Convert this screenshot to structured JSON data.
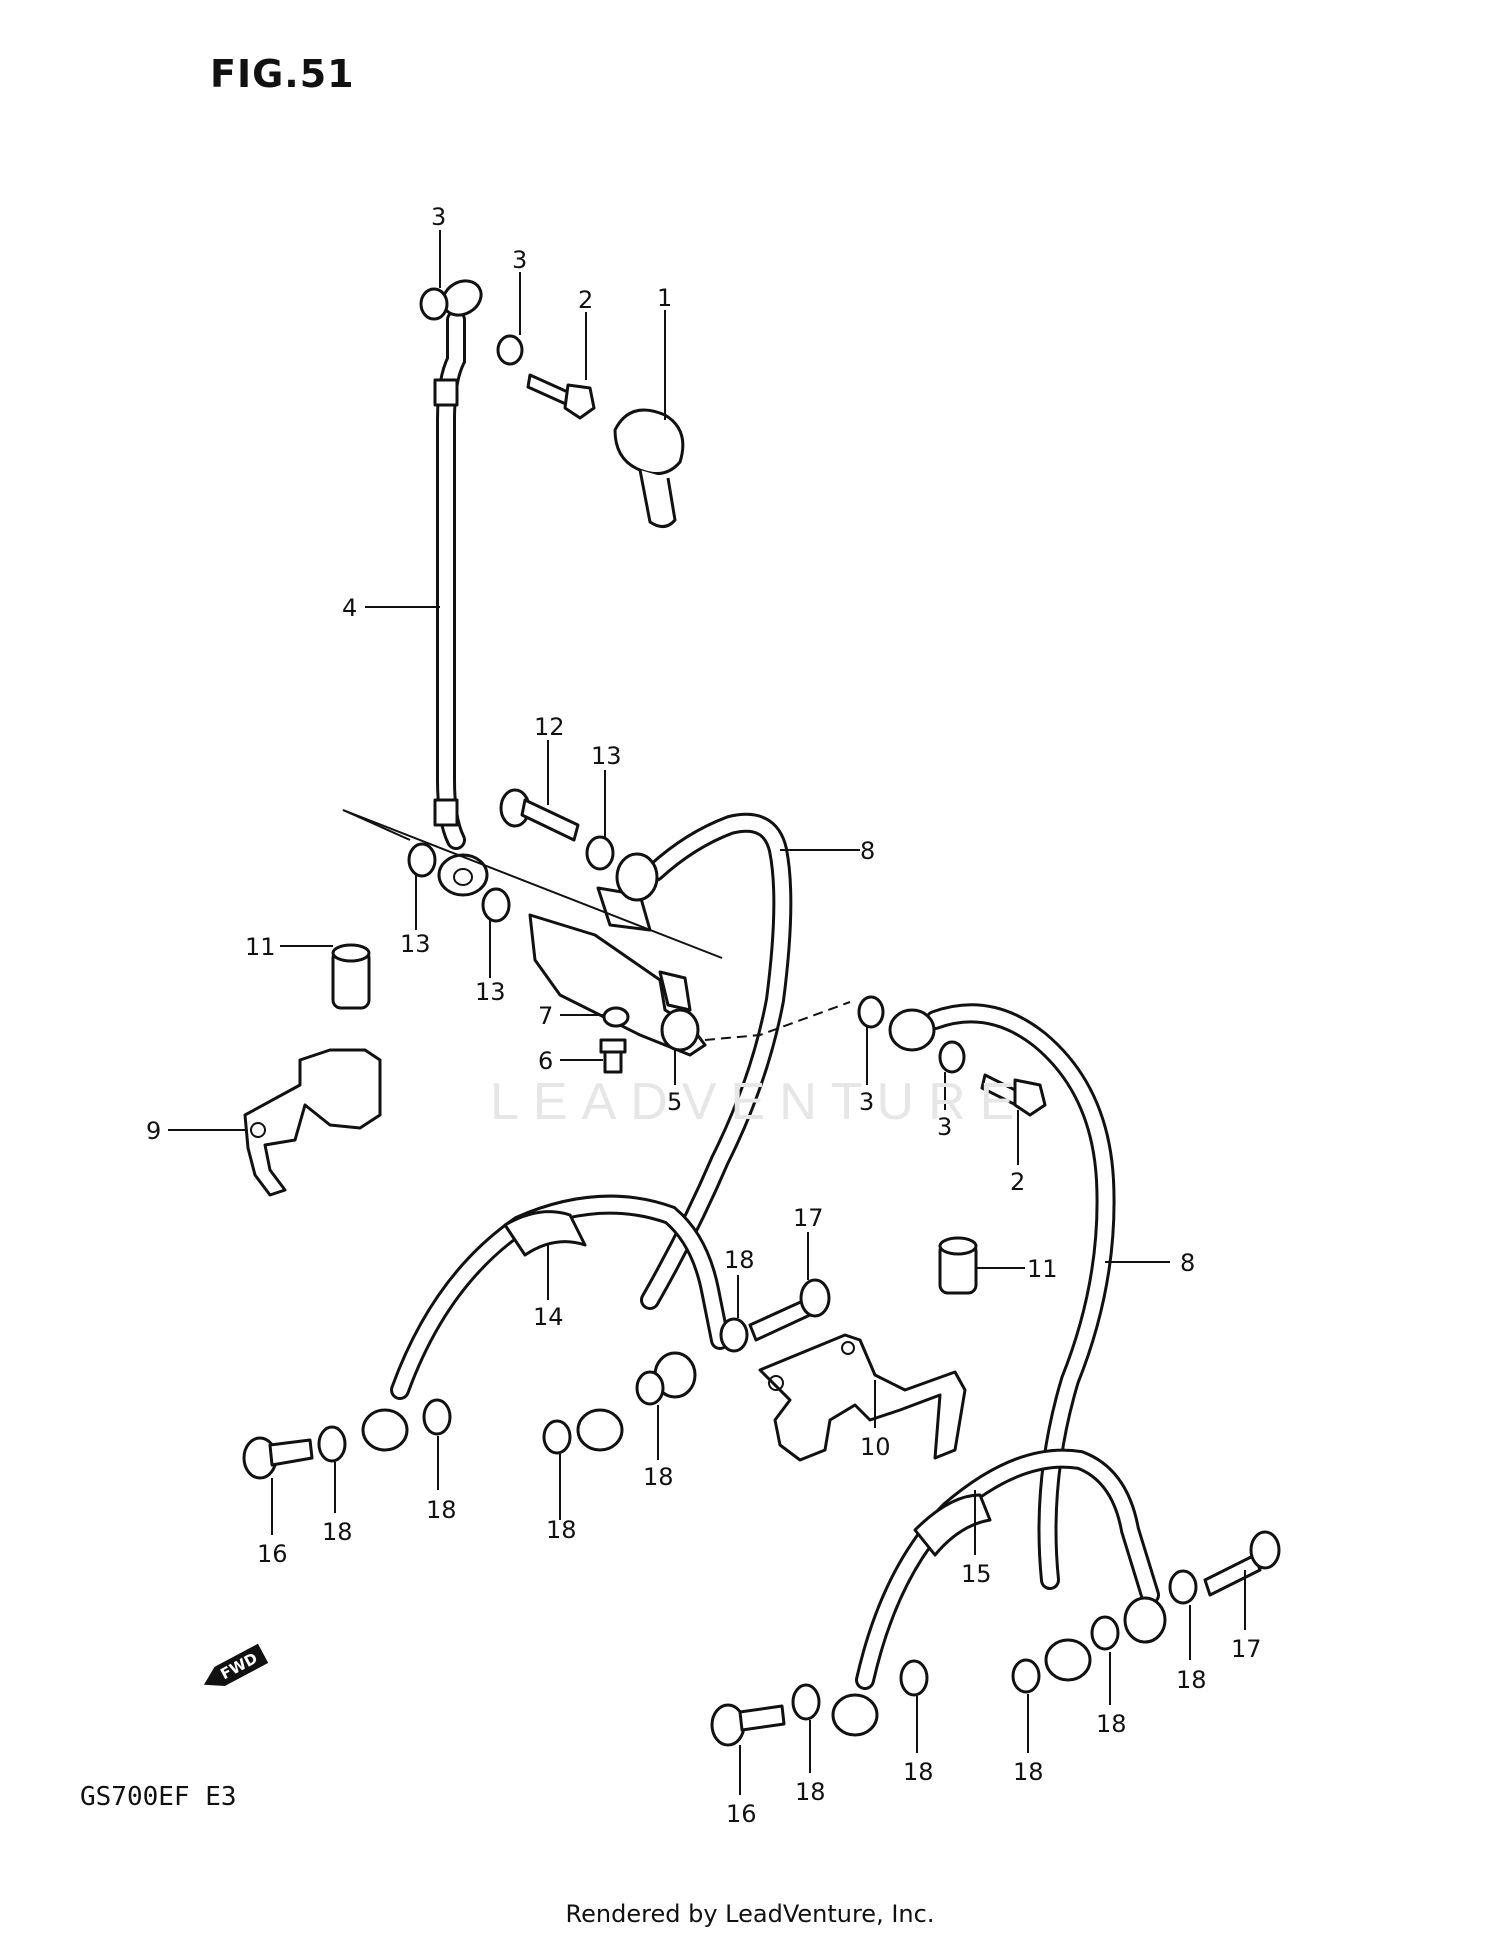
{
  "figure": {
    "title": "FIG.51",
    "model_code": "GS700EF  E3",
    "credit": "Rendered by LeadVenture, Inc.",
    "watermark": "LEADVENTURE",
    "fwd_label": "FWD"
  },
  "callouts": [
    {
      "id": "c-3a",
      "label": "3"
    },
    {
      "id": "c-3b",
      "label": "3"
    },
    {
      "id": "c-2a",
      "label": "2"
    },
    {
      "id": "c-1",
      "label": "1"
    },
    {
      "id": "c-4",
      "label": "4"
    },
    {
      "id": "c-12",
      "label": "12"
    },
    {
      "id": "c-13a",
      "label": "13"
    },
    {
      "id": "c-8a",
      "label": "8"
    },
    {
      "id": "c-13b",
      "label": "13"
    },
    {
      "id": "c-13c",
      "label": "13"
    },
    {
      "id": "c-11a",
      "label": "11"
    },
    {
      "id": "c-7",
      "label": "7"
    },
    {
      "id": "c-6",
      "label": "6"
    },
    {
      "id": "c-5",
      "label": "5"
    },
    {
      "id": "c-3c",
      "label": "3"
    },
    {
      "id": "c-3d",
      "label": "3"
    },
    {
      "id": "c-2b",
      "label": "2"
    },
    {
      "id": "c-9",
      "label": "9"
    },
    {
      "id": "c-17a",
      "label": "17"
    },
    {
      "id": "c-18a",
      "label": "18"
    },
    {
      "id": "c-11b",
      "label": "11"
    },
    {
      "id": "c-8b",
      "label": "8"
    },
    {
      "id": "c-14",
      "label": "14"
    },
    {
      "id": "c-10",
      "label": "10"
    },
    {
      "id": "c-16a",
      "label": "16"
    },
    {
      "id": "c-18b",
      "label": "18"
    },
    {
      "id": "c-18c",
      "label": "18"
    },
    {
      "id": "c-18d",
      "label": "18"
    },
    {
      "id": "c-18e",
      "label": "18"
    },
    {
      "id": "c-15",
      "label": "15"
    },
    {
      "id": "c-17b",
      "label": "17"
    },
    {
      "id": "c-18f",
      "label": "18"
    },
    {
      "id": "c-18g",
      "label": "18"
    },
    {
      "id": "c-18h",
      "label": "18"
    },
    {
      "id": "c-18i",
      "label": "18"
    },
    {
      "id": "c-18j",
      "label": "18"
    },
    {
      "id": "c-16b",
      "label": "16"
    }
  ]
}
